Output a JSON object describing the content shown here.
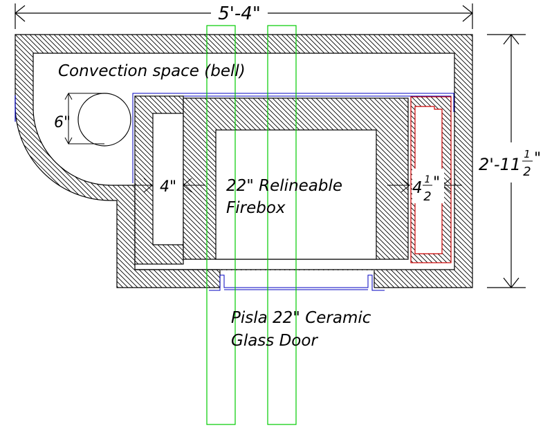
{
  "drawing": {
    "labels": {
      "overall_width": "5'-4\"",
      "overall_height_whole": "2'-11",
      "overall_height_num": "1",
      "overall_height_den": "2",
      "height_inch_mark": "\"",
      "convection": "Convection space (bell)",
      "pipe_size": "6\"",
      "left_wall": "4\"",
      "firebox_line1": "22\" Relineable",
      "firebox_line2": "Firebox",
      "right_wall_whole": "4",
      "right_wall_num": "1",
      "right_wall_den": "2",
      "right_wall_inch_mark": "\"",
      "door_line1": "Pisla 22\" Ceramic",
      "door_line2": "Glass Door"
    },
    "colors": {
      "lines": "#000000",
      "green_overlay": "#00cc00",
      "blue_outline": "#0000c0",
      "red_outline": "#cc0000"
    }
  }
}
